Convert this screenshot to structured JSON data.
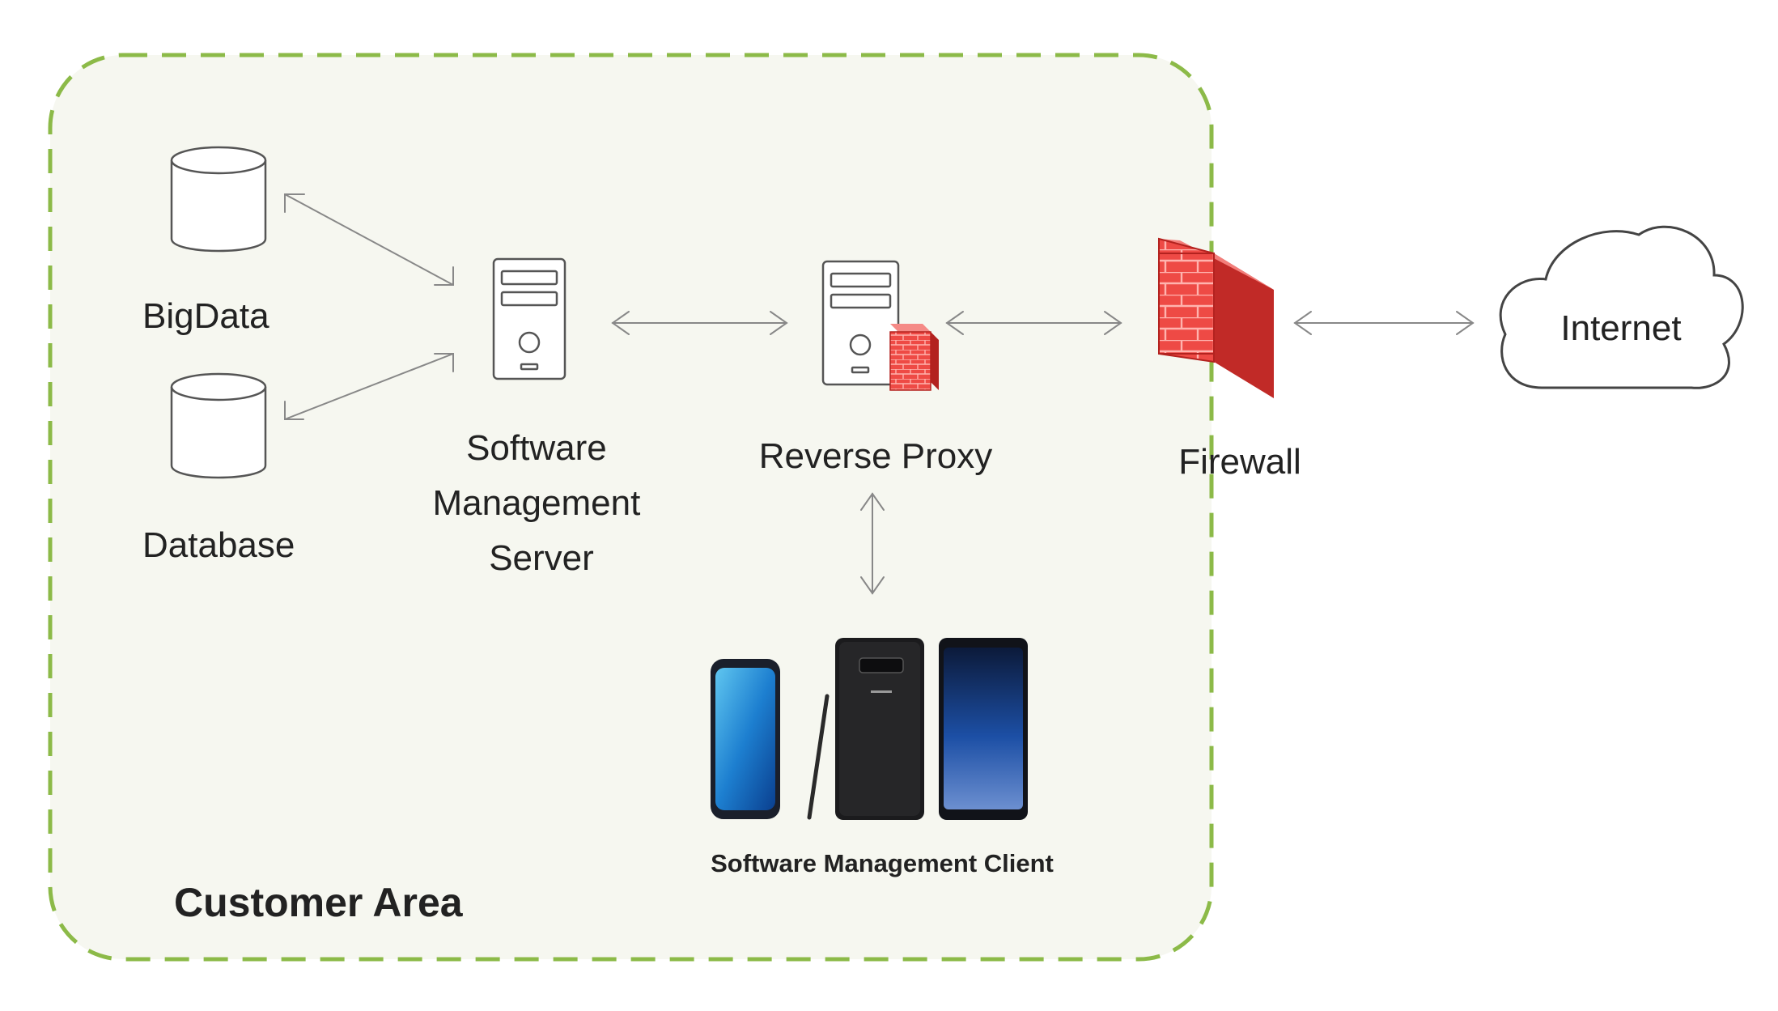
{
  "nodes": {
    "bigdata": {
      "label": "BigData",
      "icon": "database-cylinder-icon"
    },
    "database": {
      "label": "Database",
      "icon": "database-cylinder-icon"
    },
    "sms": {
      "label_lines": [
        "Software",
        "Management",
        "Server"
      ],
      "icon": "server-tower-icon"
    },
    "proxy": {
      "label": "Reverse Proxy",
      "icon": "server-with-firewall-icon"
    },
    "firewall": {
      "label": "Firewall",
      "icon": "brick-firewall-icon"
    },
    "internet": {
      "label": "Internet",
      "icon": "cloud-icon"
    },
    "client": {
      "label": "Software Management Client",
      "icon": "smartphones-icon"
    }
  },
  "customer_area": {
    "label": "Customer Area"
  },
  "connections": [
    {
      "from": "bigdata",
      "to": "sms",
      "bidirectional": true
    },
    {
      "from": "database",
      "to": "sms",
      "bidirectional": true
    },
    {
      "from": "sms",
      "to": "proxy",
      "bidirectional": true
    },
    {
      "from": "proxy",
      "to": "firewall",
      "bidirectional": true
    },
    {
      "from": "firewall",
      "to": "internet",
      "bidirectional": true
    },
    {
      "from": "proxy",
      "to": "client",
      "bidirectional": true
    }
  ],
  "colors": {
    "area_border": "#8cba48",
    "area_fill": "#f6f7f0",
    "area_label": "#8cba48",
    "firewall_red": "#e8413f",
    "client_label": "#1f6fc5",
    "line": "#888888"
  }
}
